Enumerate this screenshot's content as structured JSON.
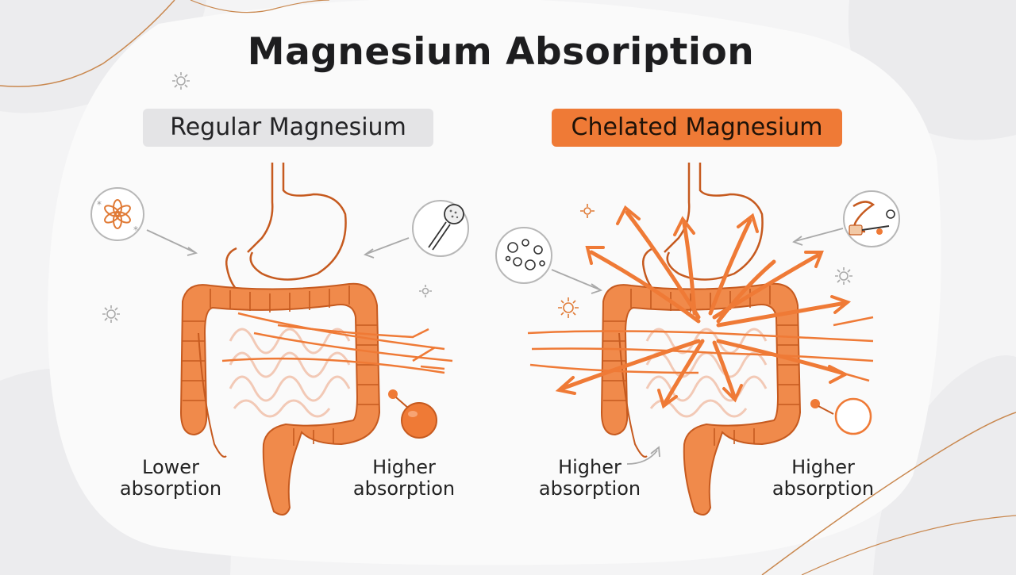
{
  "title": "Magnesium Absoription",
  "panels": [
    {
      "heading": "Regular Magnesium"
    },
    {
      "heading": "Chelated Magnesium"
    }
  ],
  "labels": {
    "regular_left": "Lower\nabsorption",
    "regular_right": "Higher\nabsorption",
    "chelated_left": "Higher\nabsorption",
    "chelated_right": "Higher\nabsorption"
  },
  "colors": {
    "accent": "#ef7a36",
    "organ_fill": "#f08a4b",
    "organ_stroke": "#c65a1f",
    "small_intestine": "#f2c9b6",
    "background": "#f4f4f5"
  },
  "icons": [
    "sparkle-icon",
    "dissolving-pill-icon",
    "magnifier-icon",
    "bubbles-icon",
    "capillary-icon",
    "molecule-bead-icon"
  ]
}
